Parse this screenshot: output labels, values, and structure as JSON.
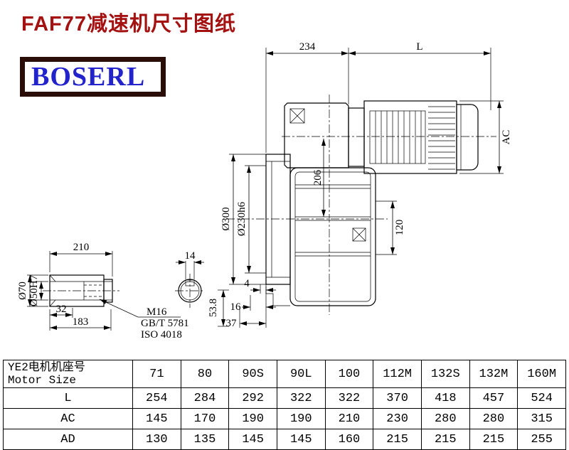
{
  "page": {
    "title": "FAF77减速机尺寸图纸",
    "logo_text": "BOSERL"
  },
  "drawing": {
    "dims": {
      "d234": "234",
      "dL": "L",
      "dAC": "AC",
      "d206": "206",
      "d300": "Ø300",
      "d230": "Ø230h6",
      "d120": "120",
      "d210": "210",
      "d14": "14",
      "d32": "32",
      "d183": "183",
      "d70": "Ø70",
      "d50": "Ø50H7",
      "m16": "M16",
      "gb": "GB/T 5781",
      "iso": "ISO 4018",
      "d4": "4",
      "d16": "16",
      "d538": "53.8",
      "d37": "37"
    }
  },
  "table": {
    "header_cn": "YE2电机机座号",
    "header_en": "Motor Size",
    "columns": [
      "71",
      "80",
      "90S",
      "90L",
      "100",
      "112M",
      "132S",
      "132M",
      "160M"
    ],
    "rows": [
      {
        "label": "L",
        "values": [
          "254",
          "284",
          "292",
          "322",
          "322",
          "370",
          "418",
          "457",
          "524"
        ]
      },
      {
        "label": "AC",
        "values": [
          "145",
          "170",
          "190",
          "190",
          "210",
          "230",
          "280",
          "280",
          "315"
        ]
      },
      {
        "label": "AD",
        "values": [
          "130",
          "135",
          "145",
          "145",
          "160",
          "215",
          "215",
          "215",
          "255"
        ]
      }
    ]
  }
}
